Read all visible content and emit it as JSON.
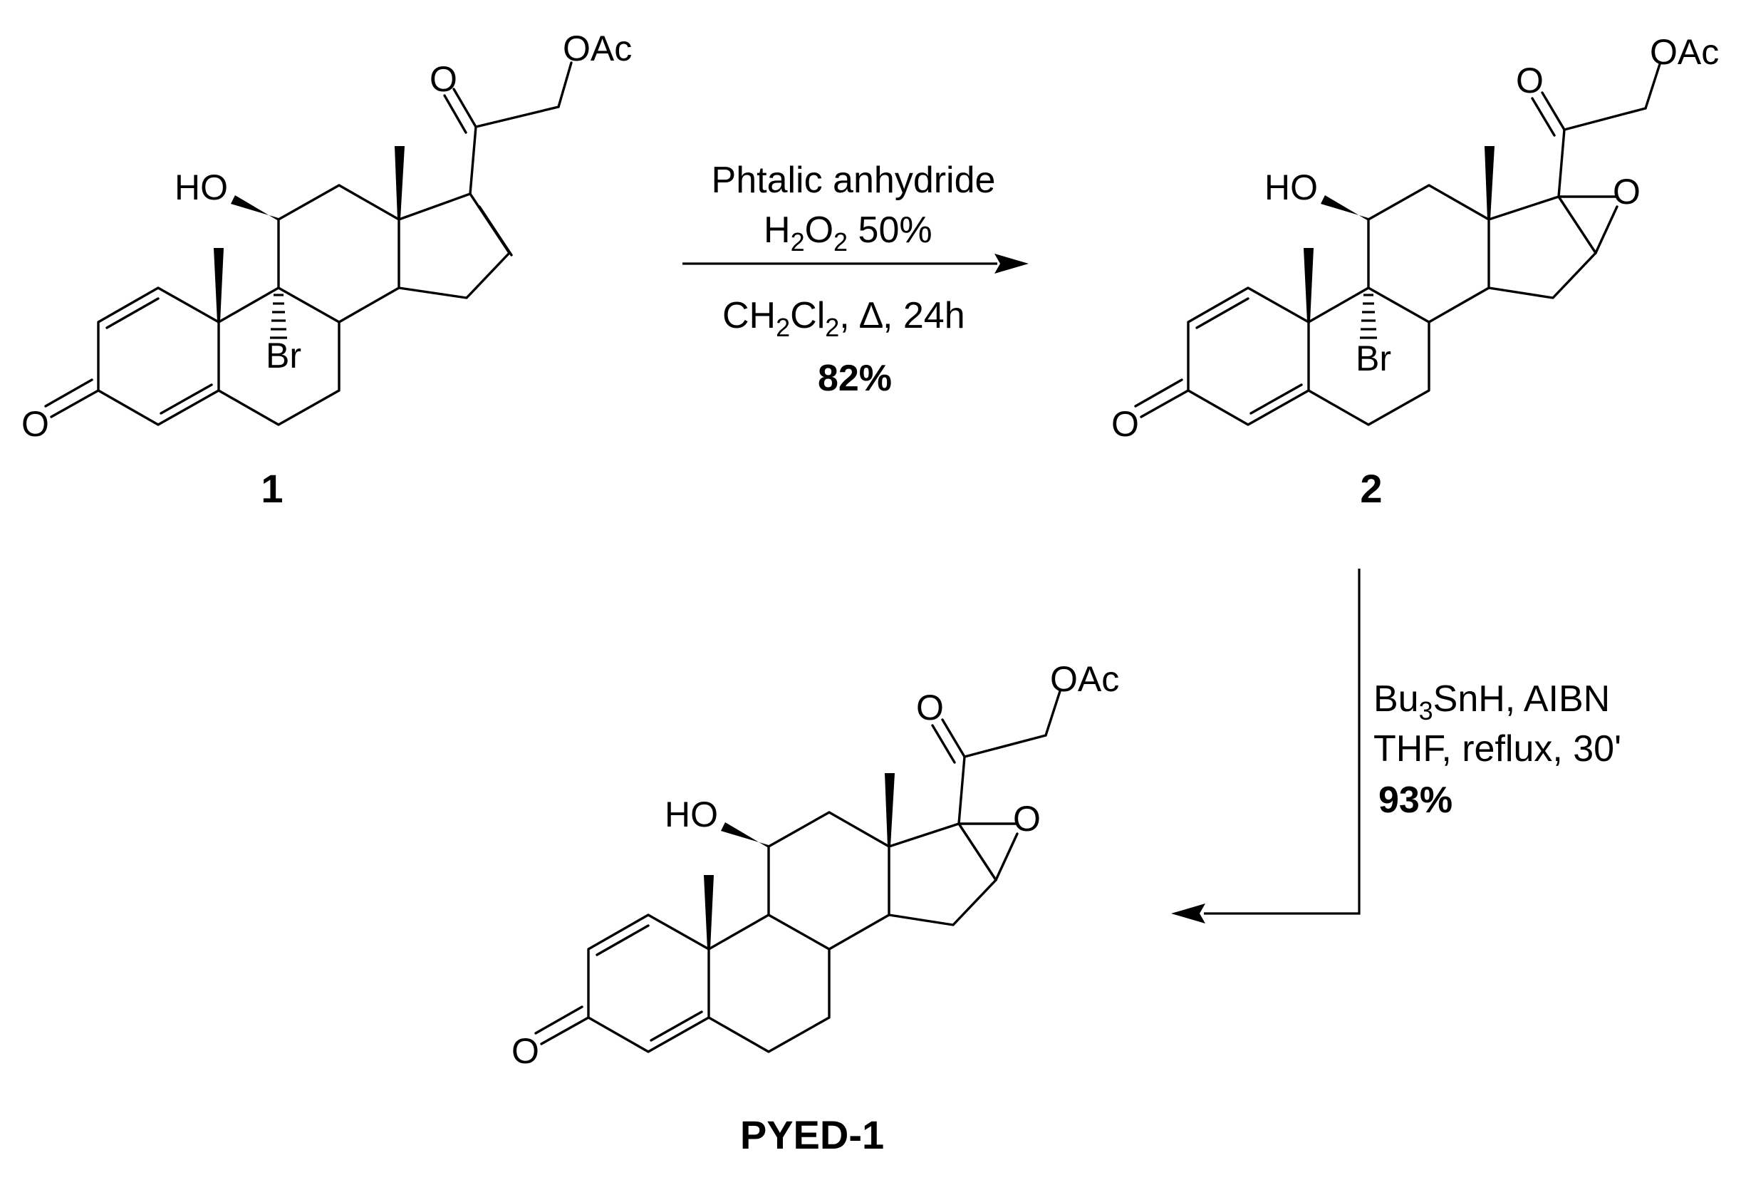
{
  "compounds": {
    "c1": {
      "label": "1",
      "oac": "OAc",
      "ho": "HO",
      "br": "Br",
      "ketone_o": "O",
      "ring_o": "O"
    },
    "c2": {
      "label": "2",
      "oac": "OAc",
      "ho": "HO",
      "br": "Br",
      "ketone_o": "O",
      "ring_o": "O",
      "epoxide_o": "O"
    },
    "c3": {
      "label": "PYED-1",
      "oac": "OAc",
      "ho": "HO",
      "ketone_o": "O",
      "ring_o": "O",
      "epoxide_o": "O"
    }
  },
  "step1": {
    "line1": "Phtalic anhydride",
    "line2_main": "H",
    "line2_sub1": "2",
    "line2_mid": "O",
    "line2_sub2": "2",
    "line2_tail": " 50%",
    "line3_a": "CH",
    "line3_sub1": "2",
    "line3_b": "Cl",
    "line3_sub2": "2",
    "line3_tail": ", ∆, 24h",
    "yield": "82%"
  },
  "step2": {
    "line1_a": "Bu",
    "line1_sub": "3",
    "line1_tail": "SnH, AIBN",
    "line2": "THF, reflux, 30'",
    "yield": "93%"
  }
}
